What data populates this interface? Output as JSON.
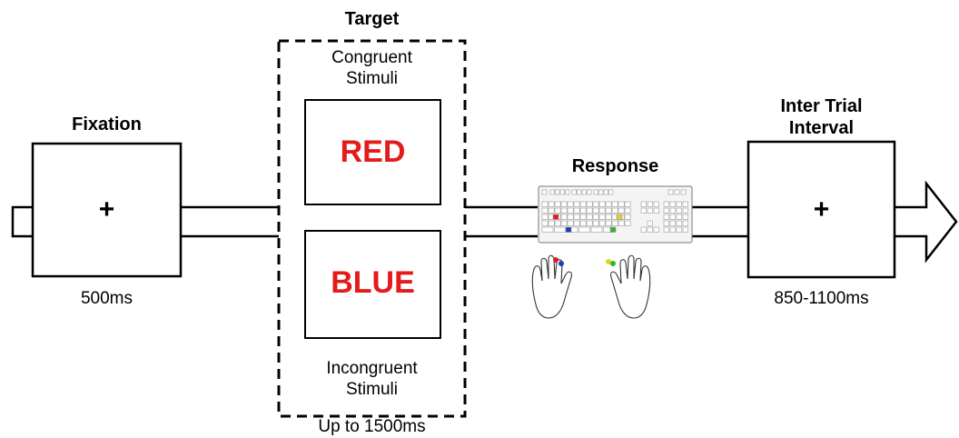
{
  "fixation": {
    "title": "Fixation",
    "symbol": "+",
    "duration": "500ms"
  },
  "target": {
    "title": "Target",
    "congruent_label_line1": "Congruent",
    "congruent_label_line2": "Stimuli",
    "congruent_word": "RED",
    "incongruent_word": "BLUE",
    "incongruent_label_line1": "Incongruent",
    "incongruent_label_line2": "Stimuli",
    "duration": "Up to 1500ms",
    "word_color": "#e31b1b"
  },
  "response": {
    "title": "Response",
    "key_colors": [
      "#e31b1b",
      "#1a3fb0",
      "#e6d21a",
      "#33b333"
    ]
  },
  "iti": {
    "title_line1": "Inter Trial",
    "title_line2": "Interval",
    "symbol": "+",
    "duration": "850-1100ms"
  }
}
